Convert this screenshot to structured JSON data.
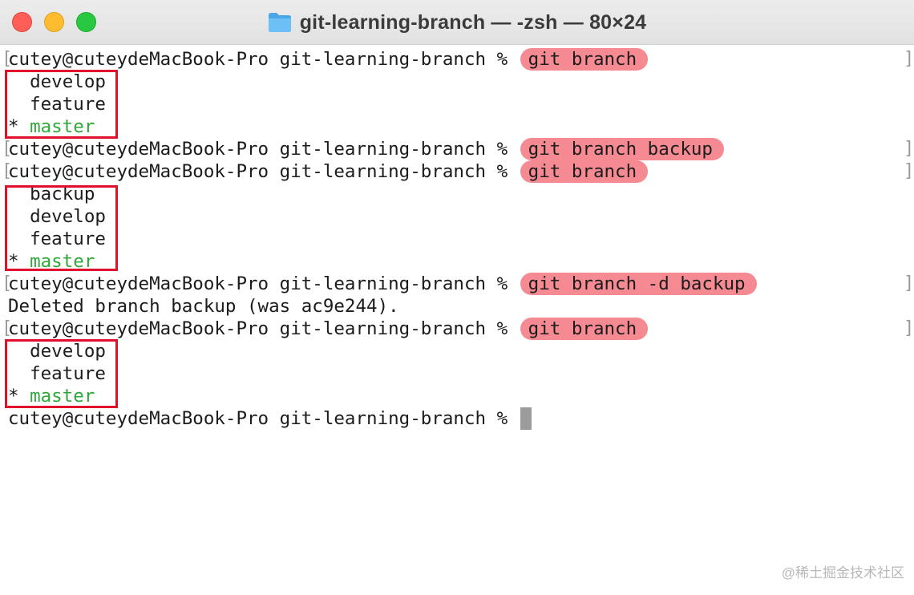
{
  "window": {
    "title": "git-learning-branch — -zsh — 80×24"
  },
  "terminal": {
    "prompt": "cutey@cuteydeMacBook-Pro git-learning-branch % ",
    "commands": [
      "git branch",
      "git branch backup",
      "git branch",
      "git branch -d backup",
      "git branch"
    ],
    "output_1": [
      "develop",
      "feature",
      "master"
    ],
    "output_2": [
      "backup",
      "develop",
      "feature",
      "master"
    ],
    "deleted_message": "Deleted branch backup (was ac9e244).",
    "output_3": [
      "develop",
      "feature",
      "master"
    ],
    "current_marker": "*",
    "bracket_left": "[",
    "bracket_right": "]"
  },
  "watermark": "@稀土掘金技术社区",
  "colors": {
    "command_highlight": "#f58a92",
    "box_outline": "#e0102a",
    "current_branch": "#2fa83a"
  }
}
